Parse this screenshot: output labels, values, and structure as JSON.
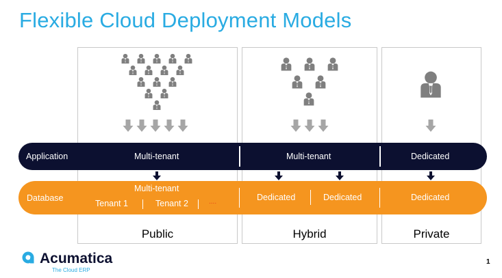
{
  "slide": {
    "title": "Flexible Cloud Deployment Models",
    "page_number": "1"
  },
  "columns": [
    {
      "label": "Public"
    },
    {
      "label": "Hybrid"
    },
    {
      "label": "Private"
    }
  ],
  "application_row": {
    "label": "Application",
    "public": "Multi-tenant",
    "hybrid": "Multi-tenant",
    "private": "Dedicated"
  },
  "database_row": {
    "label": "Database",
    "public_title": "Multi-tenant",
    "tenant_1": "Tenant 1",
    "tenant_2": "Tenant 2",
    "tenant_more": "....",
    "hybrid_1": "Dedicated",
    "hybrid_2": "Dedicated",
    "private": "Dedicated"
  },
  "logo": {
    "name": "Acumatica",
    "tagline": "The Cloud ERP"
  },
  "colors": {
    "title": "#29abe2",
    "application_bar": "#0c1030",
    "database_bar": "#f5951f",
    "people_icons": "#7f7f7f",
    "arrows_gray": "#a6a6a6"
  }
}
